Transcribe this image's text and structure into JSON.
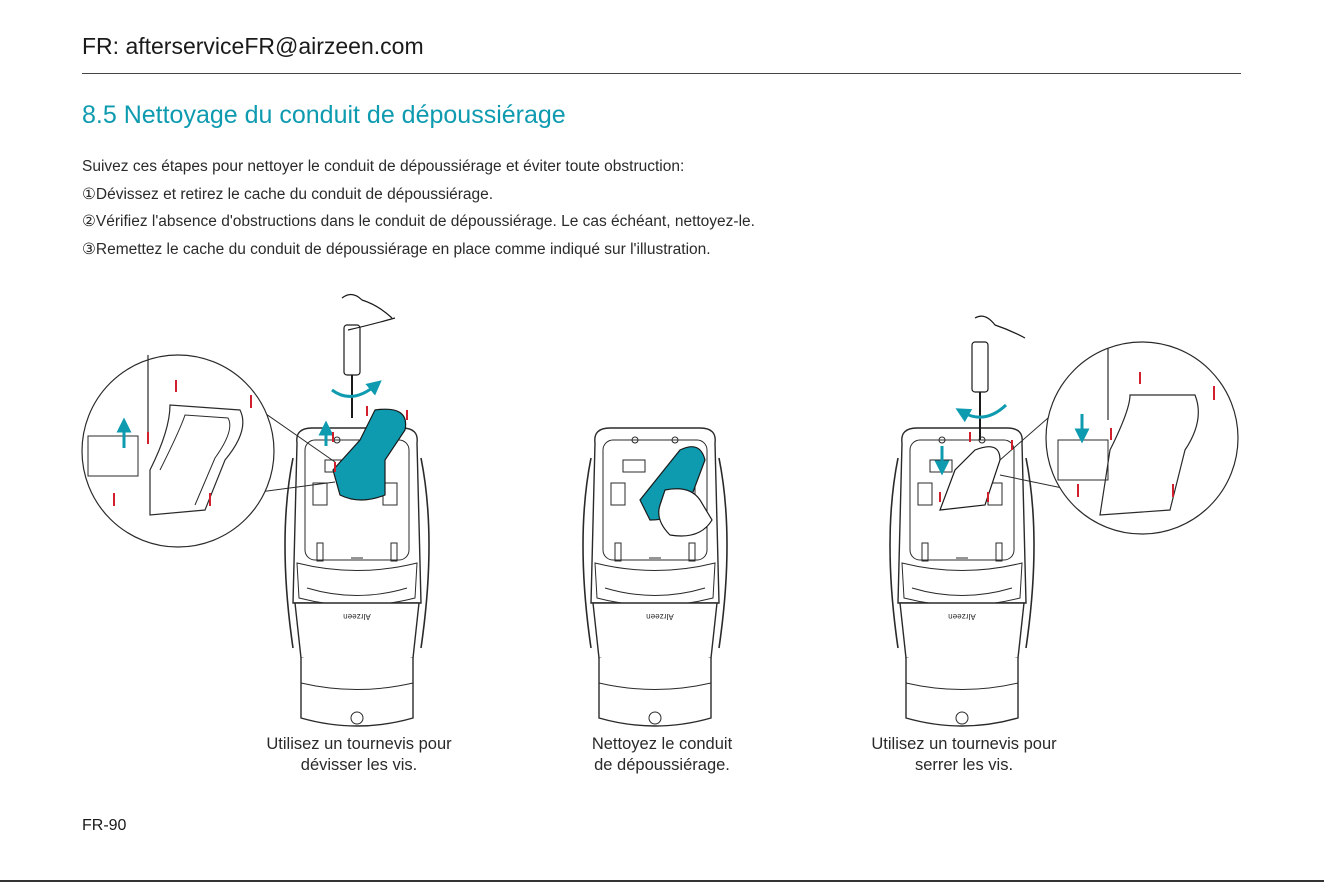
{
  "header": {
    "email": "FR: afterserviceFR@airzeen.com"
  },
  "section": {
    "title": "8.5 Nettoyage du conduit de dépoussiérage"
  },
  "intro": {
    "lead": "Suivez ces étapes pour nettoyer le conduit de dépoussiérage et éviter toute obstruction:",
    "steps": [
      "①Dévissez et retirez le cache du conduit de dépoussiérage.",
      "②Vérifiez l'absence d'obstructions dans le conduit de dépoussiérage. Le cas échéant, nettoyez-le.",
      "③Remettez le cache du conduit de dépoussiérage en place comme indiqué sur l'illustration."
    ]
  },
  "illustrations": [
    {
      "caption_line1": "Utilisez un tournevis pour",
      "caption_line2": "dévisser les vis.",
      "brand_text": "AIrzeen"
    },
    {
      "caption_line1": "Nettoyez le conduit",
      "caption_line2": "de dépoussiérage.",
      "brand_text": "AIrzeen"
    },
    {
      "caption_line1": "Utilisez un tournevis pour",
      "caption_line2": "serrer les vis.",
      "brand_text": "AIrzeen"
    }
  ],
  "colors": {
    "accent": "#0e9bb0",
    "screw": "#d0202e",
    "line": "#2a2a2a"
  },
  "footer": {
    "page_number": "FR-90"
  }
}
